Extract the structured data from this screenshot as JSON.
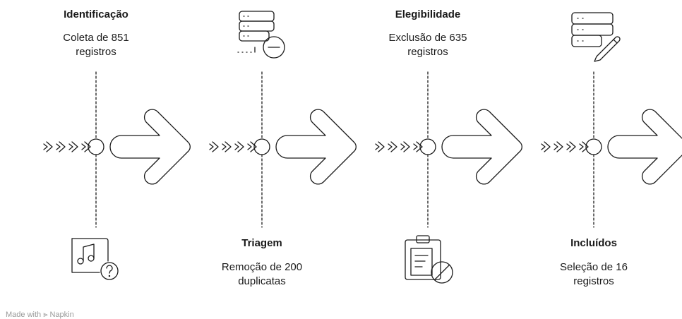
{
  "stages": [
    {
      "title": "Identificação",
      "description": "Coleta de 851\nregistros",
      "icon": "music-file-question-icon"
    },
    {
      "title": "Triagem",
      "description": "Remoção de 200\nduplicatas",
      "icon": "database-remove-icon"
    },
    {
      "title": "Elegibilidade",
      "description": "Exclusão de 635\nregistros",
      "icon": "clipboard-blocked-icon"
    },
    {
      "title": "Incluídos",
      "description": "Seleção de 16\nregistros",
      "icon": "database-edit-icon"
    }
  ],
  "footer": {
    "text": "Made with ⪢ Napkin"
  }
}
